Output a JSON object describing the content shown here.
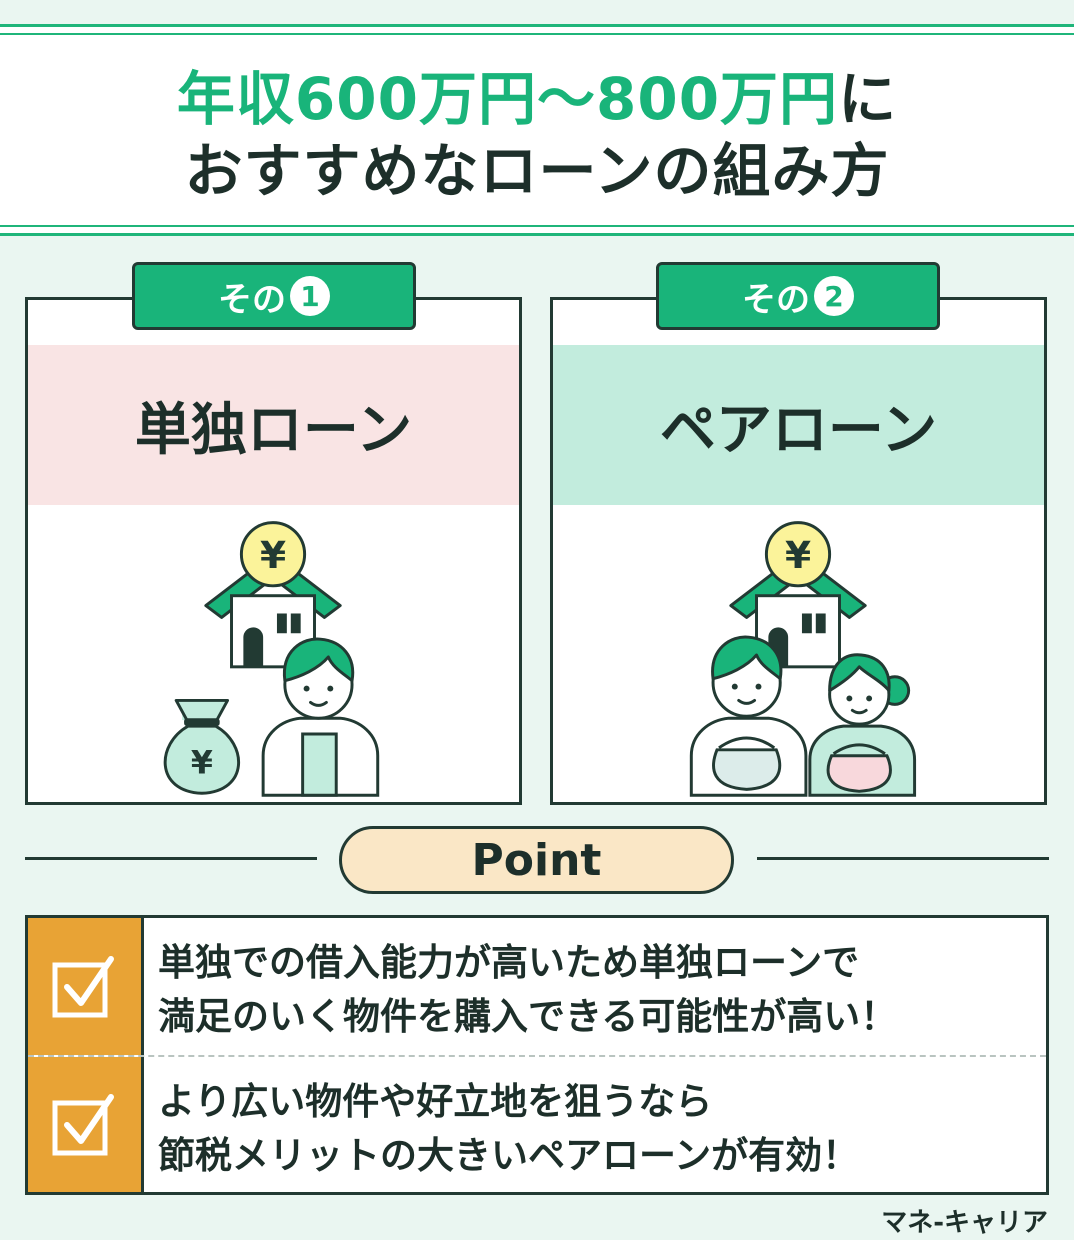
{
  "header": {
    "title_line1_green": "年収600万円〜800万円",
    "title_line1_dark": "に",
    "title_line2": "おすすめなローンの組み方"
  },
  "cards": [
    {
      "tab_label": "その",
      "tab_number": "1",
      "heading": "単独ローン",
      "band_color": "#f9e4e4"
    },
    {
      "tab_label": "その",
      "tab_number": "2",
      "heading": "ペアローン",
      "band_color": "#c2ecdd"
    }
  ],
  "point": {
    "label": "Point"
  },
  "points": [
    {
      "line1": "単独での借入能力が高いため単独ローンで",
      "line2": "満足のいく物件を購入できる可能性が高い！"
    },
    {
      "line1": "より広い物件や好立地を狙うなら",
      "line2": "節税メリットの大きいペアローンが有効！"
    }
  ],
  "icons": {
    "yen_symbol": "¥"
  },
  "credit": "マネ-キャリア",
  "colors": {
    "accent": "#19b47a",
    "orange": "#e8a335",
    "cream": "#fae7c6",
    "outline": "#223a33"
  }
}
